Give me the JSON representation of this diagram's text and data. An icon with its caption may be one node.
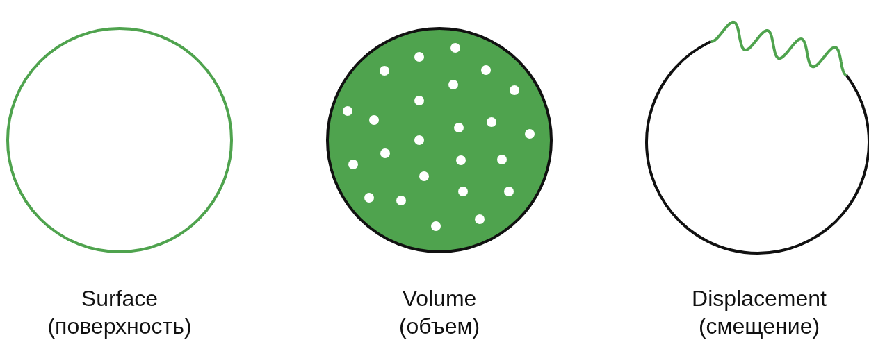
{
  "diagram": {
    "nodes": [
      {
        "text": [],
        "shape": "circle",
        "beside": [
          "Surface (поверхность)"
        ]
      },
      {
        "text": [],
        "shape": "circle",
        "beside": [
          "Volume (объем)"
        ]
      },
      {
        "text": [],
        "shape": "circle",
        "beside": [
          "Displacement (смещение)"
        ]
      }
    ]
  }
}
